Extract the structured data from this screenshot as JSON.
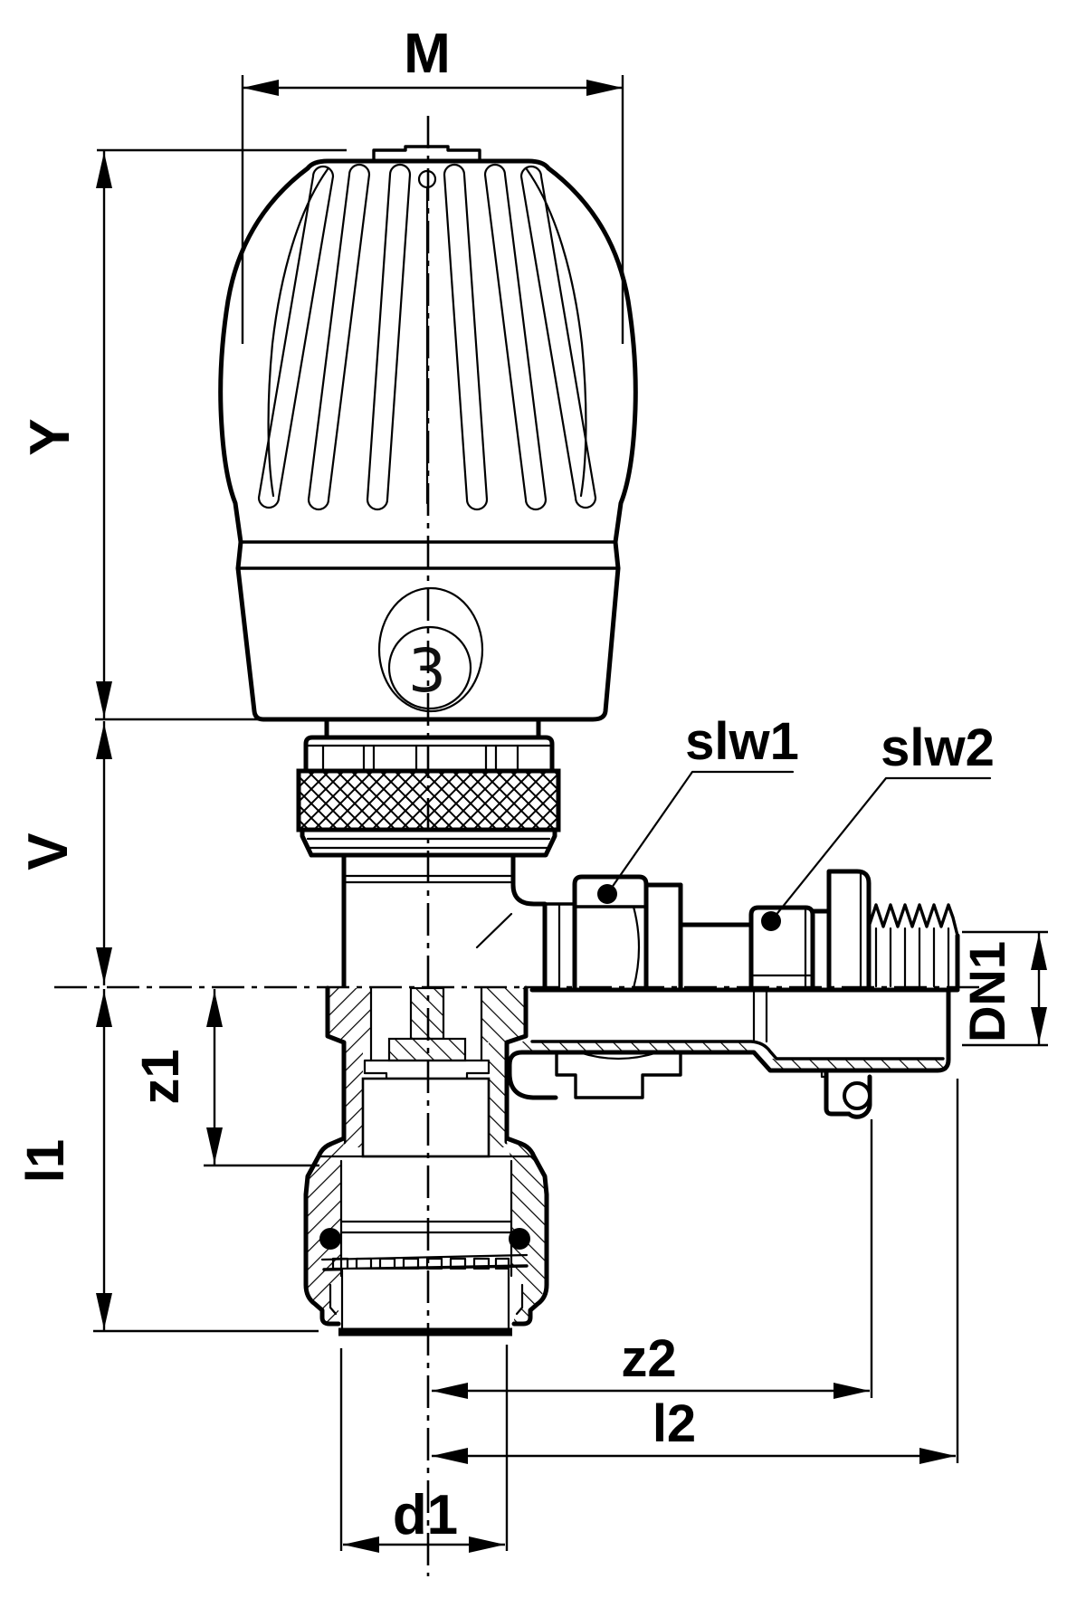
{
  "drawing": {
    "kind": "technical dimension drawing",
    "subject": "thermostatic radiator valve with sensor head, angle body, sectional lower half",
    "colors": {
      "line": "#000000",
      "background": "#ffffff"
    },
    "labels": {
      "M": "M",
      "Y": "Y",
      "V": "V",
      "l1": "l1",
      "z1": "z1",
      "slw1": "slw1",
      "slw2": "slw2",
      "DN1": "DN1",
      "z2": "z2",
      "l2": "l2",
      "d1": "d1",
      "setting": "3"
    }
  }
}
